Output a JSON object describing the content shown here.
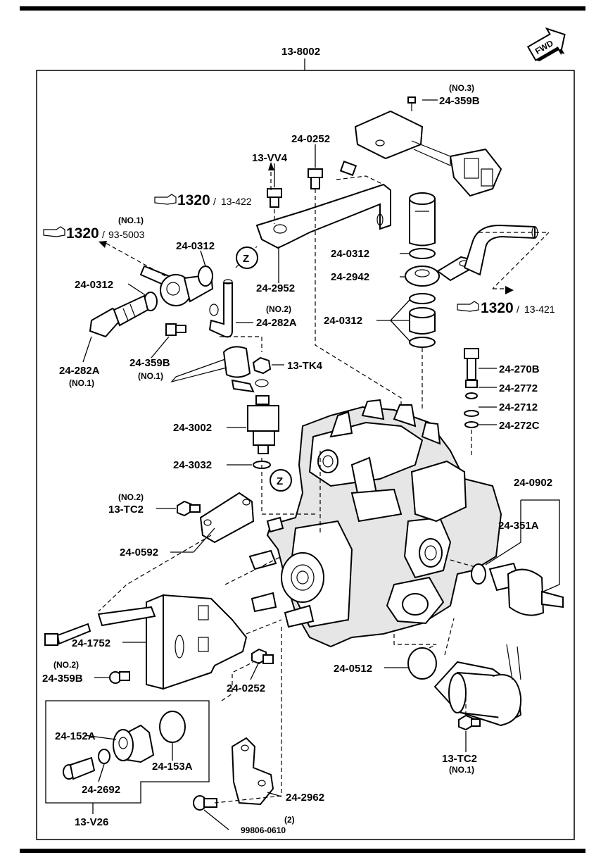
{
  "assembly": {
    "number": "13-8002"
  },
  "fwd_badge": "FWD",
  "references": [
    {
      "id": "ref-1320-93-5003",
      "note": "(NO.1)",
      "code": "1320",
      "page": "93-5003"
    },
    {
      "id": "ref-1320-13-422",
      "note": "",
      "code": "1320",
      "page": "13-422"
    },
    {
      "id": "ref-1320-13-421",
      "note": "",
      "code": "1320",
      "page": "13-421"
    }
  ],
  "zone_markers": [
    "Z",
    "Z"
  ],
  "parts": [
    {
      "id": "24-359B-no3",
      "number": "24-359B",
      "note": "(NO.3)"
    },
    {
      "id": "24-0252-top",
      "number": "24-0252",
      "note": ""
    },
    {
      "id": "13-VV4",
      "number": "13-VV4",
      "note": ""
    },
    {
      "id": "24-0312-a",
      "number": "24-0312",
      "note": ""
    },
    {
      "id": "24-0312-b",
      "number": "24-0312",
      "note": ""
    },
    {
      "id": "24-0312-c",
      "number": "24-0312",
      "note": ""
    },
    {
      "id": "24-0312-d",
      "number": "24-0312",
      "note": ""
    },
    {
      "id": "24-2952",
      "number": "24-2952",
      "note": ""
    },
    {
      "id": "24-2942",
      "number": "24-2942",
      "note": ""
    },
    {
      "id": "24-282A-no2",
      "number": "24-282A",
      "note": "(NO.2)"
    },
    {
      "id": "24-282A-no1",
      "number": "24-282A",
      "note": "(NO.1)"
    },
    {
      "id": "24-359B-no1",
      "number": "24-359B",
      "note": "(NO.1)"
    },
    {
      "id": "13-TK4",
      "number": "13-TK4",
      "note": ""
    },
    {
      "id": "24-270B",
      "number": "24-270B",
      "note": ""
    },
    {
      "id": "24-2772",
      "number": "24-2772",
      "note": ""
    },
    {
      "id": "24-2712",
      "number": "24-2712",
      "note": ""
    },
    {
      "id": "24-272C",
      "number": "24-272C",
      "note": ""
    },
    {
      "id": "24-3002",
      "number": "24-3002",
      "note": ""
    },
    {
      "id": "24-3032",
      "number": "24-3032",
      "note": ""
    },
    {
      "id": "24-0902",
      "number": "24-0902",
      "note": ""
    },
    {
      "id": "24-351A",
      "number": "24-351A",
      "note": ""
    },
    {
      "id": "13-TC2-no2",
      "number": "13-TC2",
      "note": "(NO.2)"
    },
    {
      "id": "24-0592",
      "number": "24-0592",
      "note": ""
    },
    {
      "id": "24-1752",
      "number": "24-1752",
      "note": ""
    },
    {
      "id": "24-359B-no2",
      "number": "24-359B",
      "note": "(NO.2)"
    },
    {
      "id": "24-0252-bottom",
      "number": "24-0252",
      "note": ""
    },
    {
      "id": "24-0512",
      "number": "24-0512",
      "note": ""
    },
    {
      "id": "24-152A",
      "number": "24-152A",
      "note": ""
    },
    {
      "id": "24-153A",
      "number": "24-153A",
      "note": ""
    },
    {
      "id": "24-2692",
      "number": "24-2692",
      "note": ""
    },
    {
      "id": "13-V26",
      "number": "13-V26",
      "note": ""
    },
    {
      "id": "24-2962",
      "number": "24-2962",
      "note": ""
    },
    {
      "id": "13-TC2-no1",
      "number": "13-TC2",
      "note": "(NO.1)"
    },
    {
      "id": "99806-0610",
      "number": "99806-0610",
      "note": "(2)"
    }
  ]
}
